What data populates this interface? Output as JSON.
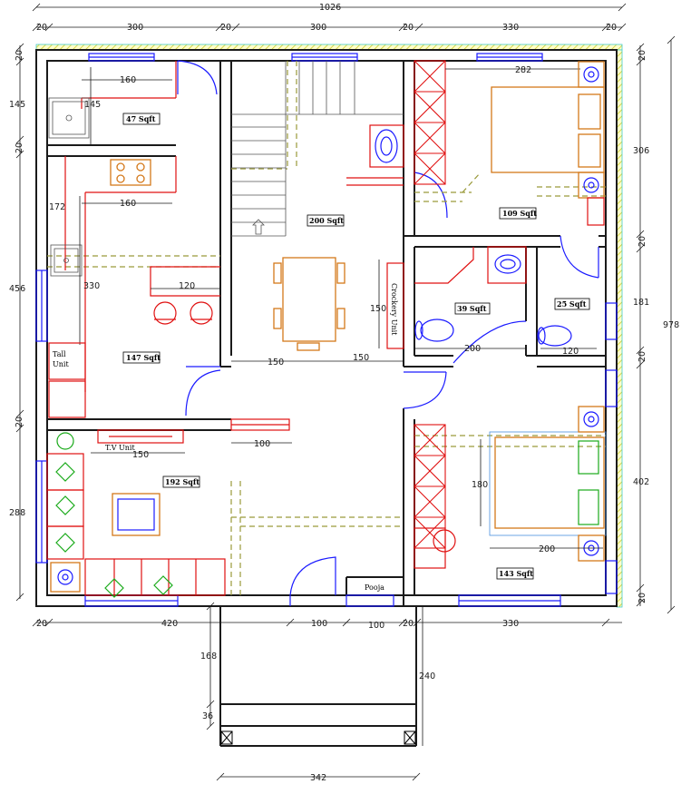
{
  "dimensions": {
    "top_total": "1026",
    "top_segments": [
      "20",
      "300",
      "20",
      "300",
      "20",
      "330",
      "20"
    ],
    "left_segments": [
      "20",
      "145",
      "20",
      "456",
      "20",
      "288"
    ],
    "right_segments": [
      "20",
      "306",
      "20",
      "181",
      "20",
      "402",
      "20"
    ],
    "right_total": "978",
    "bottom_segments": [
      "20",
      "420",
      "100",
      "100",
      "20",
      "330"
    ],
    "porch_left": [
      "168",
      "36"
    ],
    "porch_right": "240",
    "porch_bottom": "342",
    "inner": {
      "kitchen_top_160": "160",
      "kitchen_145": "145",
      "kitchen_mid_160": "160",
      "kitchen_172": "172",
      "kitchen_330": "330",
      "kitchen_120": "120",
      "dining_150_vertical": "150",
      "dining_150_left": "150",
      "dining_150_right": "150",
      "bed1_282": "282",
      "toilet_200": "200",
      "toilet_120": "120",
      "living_150": "150",
      "living_100": "100",
      "bed2_180": "180",
      "bed2_200": "200"
    }
  },
  "rooms": {
    "store": "47 Sqft",
    "kitchen": "147 Sqft",
    "dining": "200 Sqft",
    "bed1": "109 Sqft",
    "bath1": "39 Sqft",
    "wc": "25 Sqft",
    "living": "192 Sqft",
    "bed2": "143 Sqft"
  },
  "labels": {
    "tall_unit_1": "Tall",
    "tall_unit_2": "Unit",
    "tv_unit": "T.V Unit",
    "crockery_unit": "Crockery Unit",
    "pooja": "Pooja"
  },
  "colors": {
    "wall": "#1a1a1a",
    "window": "#1a1aff",
    "furniture": "#d4781a",
    "beam": "#9a9a3a",
    "fixtures": "#e01010",
    "hatch": "#e8e840"
  }
}
